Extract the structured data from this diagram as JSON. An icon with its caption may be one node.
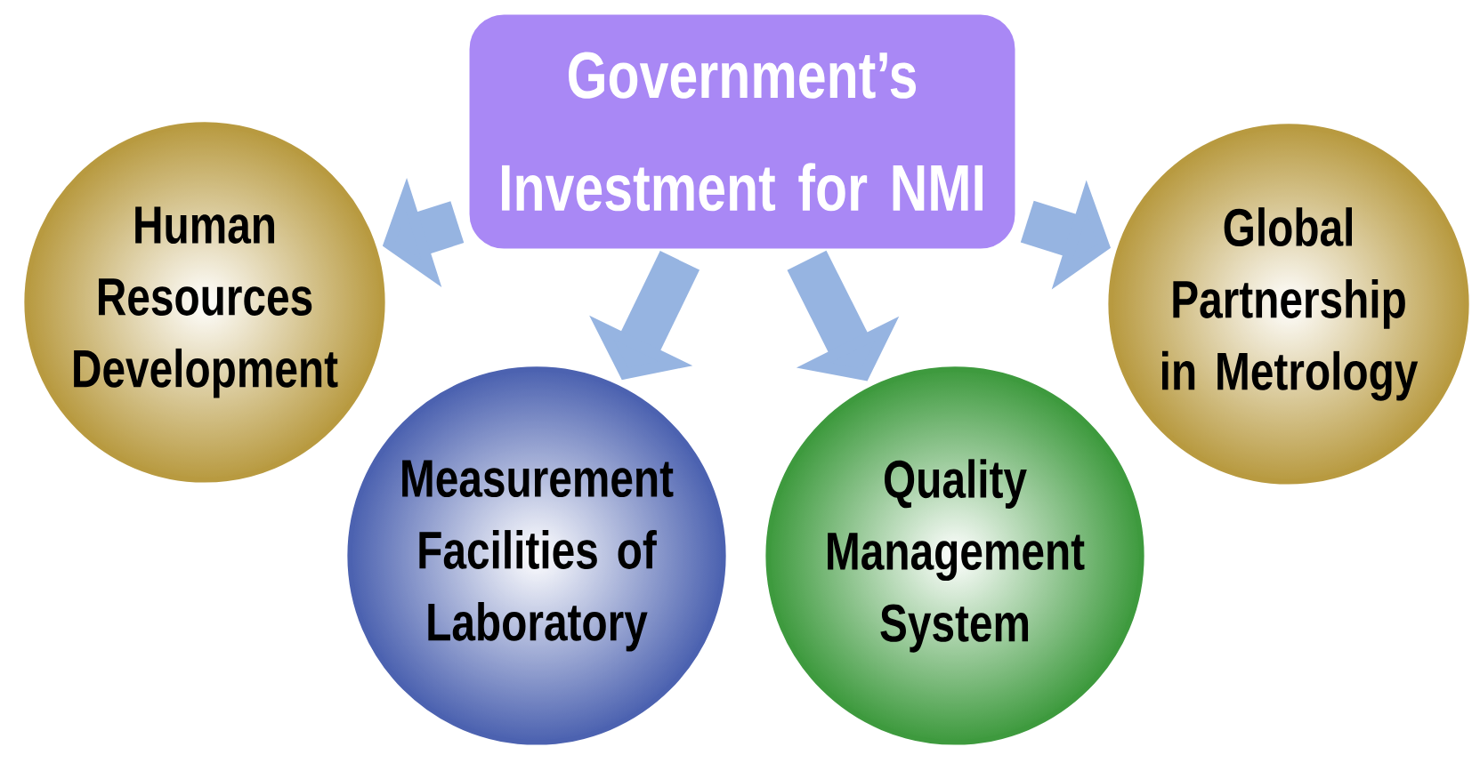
{
  "diagram": {
    "nodes": [
      {
        "text": [
          "Government’s Investment for NMI"
        ]
      },
      {
        "text": [
          "Human Resources Development"
        ]
      },
      {
        "text": [
          "Measurement Facilities of Laboratory"
        ]
      },
      {
        "text": [
          "Quality Management System"
        ]
      },
      {
        "text": [
          "Global Partnership in Metrology"
        ]
      }
    ],
    "edges": [
      {
        "from": 0,
        "to": 1,
        "arrow": "to"
      },
      {
        "from": 0,
        "to": 2,
        "arrow": "to"
      },
      {
        "from": 0,
        "to": 3,
        "arrow": "to"
      },
      {
        "from": 0,
        "to": 4,
        "arrow": "to"
      }
    ]
  }
}
